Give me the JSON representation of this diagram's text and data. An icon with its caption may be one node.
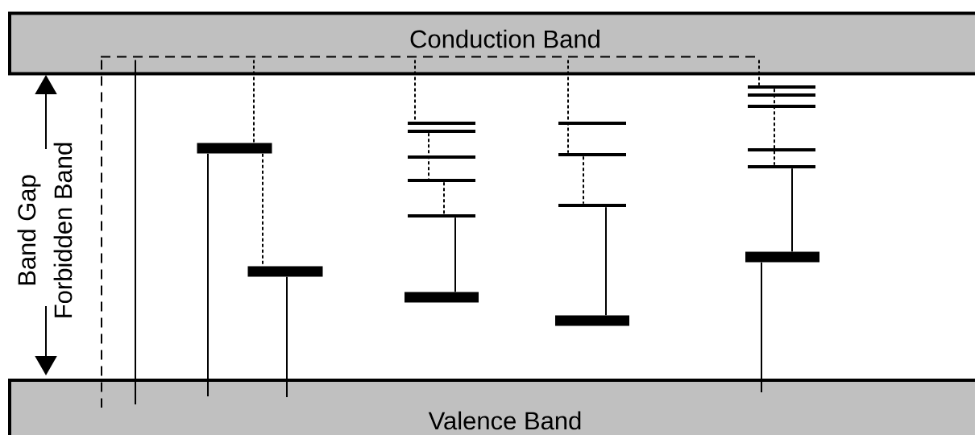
{
  "diagram": {
    "nodes": [
      {
        "text": [
          "Conduction Band"
        ]
      },
      {
        "text": [
          "Valence Band"
        ]
      },
      {
        "text": [],
        "shape": "bar"
      },
      {
        "text": [],
        "shape": "bar"
      },
      {
        "text": [],
        "shape": "bar"
      },
      {
        "text": [],
        "shape": "bar"
      },
      {
        "text": [],
        "shape": "bar"
      },
      {
        "text": [],
        "shape": "bar"
      },
      {
        "text": [],
        "shape": "bar"
      },
      {
        "text": [],
        "shape": "bar"
      },
      {
        "text": [],
        "shape": "bar"
      },
      {
        "text": [],
        "shape": "bar"
      },
      {
        "text": [],
        "shape": "bar"
      },
      {
        "text": [],
        "shape": "bar"
      },
      {
        "text": [],
        "shape": "bar"
      },
      {
        "text": [],
        "shape": "bar"
      },
      {
        "text": [],
        "shape": "bar"
      },
      {
        "text": [],
        "shape": "bar"
      },
      {
        "text": [],
        "shape": "bar"
      },
      {
        "text": [],
        "shape": "bar"
      }
    ],
    "edges": [
      {
        "from": 0,
        "to": 1,
        "arrow": "none",
        "style": "dashed"
      },
      {
        "from": 0,
        "to": 1,
        "arrow": "none"
      },
      {
        "from": 0,
        "to": 2,
        "arrow": "none",
        "style": "dashed"
      },
      {
        "from": 2,
        "to": 3,
        "arrow": "none",
        "style": "dashed"
      },
      {
        "from": 2,
        "to": 1,
        "arrow": "none"
      },
      {
        "from": 3,
        "to": 1,
        "arrow": "none"
      },
      {
        "from": 0,
        "to": 4,
        "arrow": "none",
        "style": "dashed"
      },
      {
        "from": 5,
        "to": 7,
        "arrow": "none",
        "style": "dashed"
      },
      {
        "from": 7,
        "to": 8,
        "arrow": "none",
        "style": "dashed"
      },
      {
        "from": 8,
        "to": 9,
        "arrow": "none"
      },
      {
        "from": 0,
        "to": 11,
        "arrow": "none",
        "style": "dashed"
      },
      {
        "from": 11,
        "to": 12,
        "arrow": "none",
        "style": "dashed"
      },
      {
        "from": 12,
        "to": 13,
        "arrow": "none"
      },
      {
        "from": 0,
        "to": 14,
        "arrow": "none",
        "style": "dashed"
      },
      {
        "from": 14,
        "to": 18,
        "arrow": "none",
        "style": "dashed"
      },
      {
        "from": 18,
        "to": 19,
        "arrow": "none"
      },
      {
        "from": 19,
        "to": 1,
        "arrow": "none"
      }
    ],
    "labels": [
      "Band Gap",
      "Forbidden Band"
    ]
  }
}
